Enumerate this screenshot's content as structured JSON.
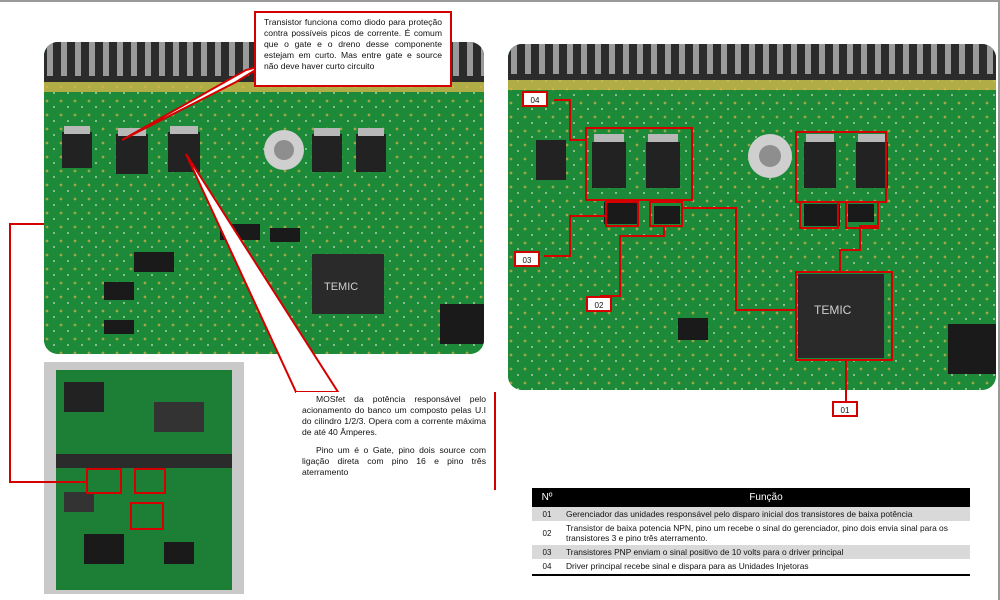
{
  "callout_top": "Transistor funciona como diodo para proteção contra possíveis picos de corrente. É comum que o gate e o dreno desse componente estejam em curto. Mas entre gate e source não deve haver curto circuito",
  "callout_bottom": {
    "para1": "MOSfet da potência responsável pelo acionamento do banco um composto pelas U.I do cilindro 1/2/3. Opera com a corrente máxima de até 40 Âmperes.",
    "para2": "Pino um é o Gate, pino dois source com ligação direta com pino 16 e pino três aterramento"
  },
  "chip_label": "TEMIC",
  "tags": [
    "01",
    "02",
    "03",
    "04"
  ],
  "table": {
    "headers": [
      "Nº",
      "Função"
    ],
    "rows": [
      {
        "num": "01",
        "text": "Gerenciador das unidades responsável pelo disparo inicial dos transistores de baixa potência"
      },
      {
        "num": "02",
        "text": "Transistor de baixa potencia NPN, pino um recebe o sinal do gerenciador, pino dois envia sinal para os transistores 3 e pino três aterramento."
      },
      {
        "num": "03",
        "text": "Transistores PNP enviam o sinal positivo de 10 volts para o driver principal"
      },
      {
        "num": "04",
        "text": "Driver principal recebe sinal e dispara para as Unidades Injetoras"
      }
    ]
  }
}
